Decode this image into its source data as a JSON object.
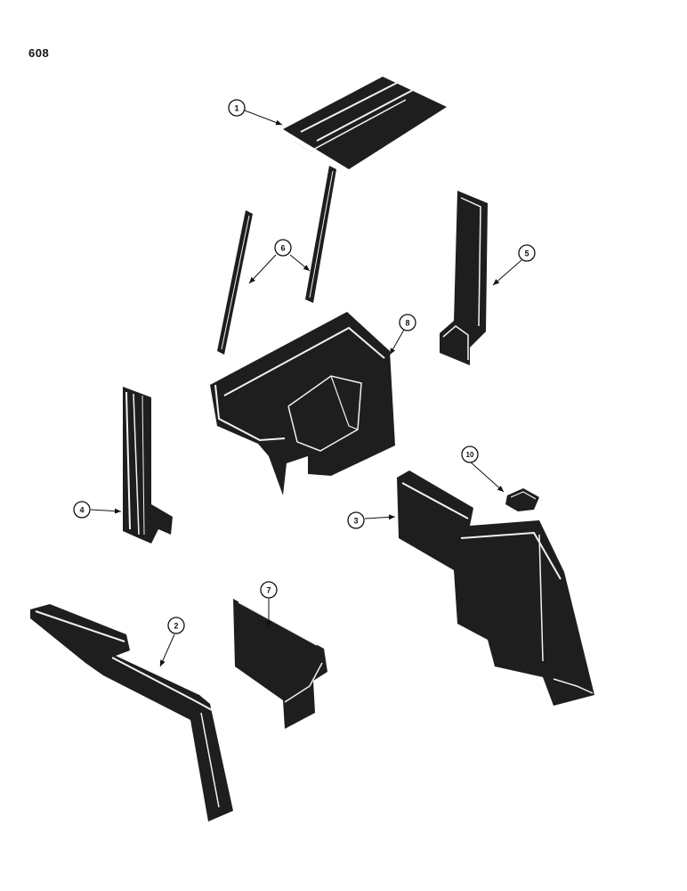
{
  "page": {
    "number": "608"
  },
  "callouts": [
    {
      "id": "1",
      "label": "1"
    },
    {
      "id": "2",
      "label": "2"
    },
    {
      "id": "3",
      "label": "3"
    },
    {
      "id": "4",
      "label": "4"
    },
    {
      "id": "5",
      "label": "5"
    },
    {
      "id": "6",
      "label": "6"
    },
    {
      "id": "7",
      "label": "7"
    },
    {
      "id": "8",
      "label": "8"
    },
    {
      "id": "10",
      "label": "10"
    }
  ],
  "colors": {
    "part_fill": "#1e1e1e",
    "part_edge": "#f2f2f2",
    "ink": "#111111"
  }
}
